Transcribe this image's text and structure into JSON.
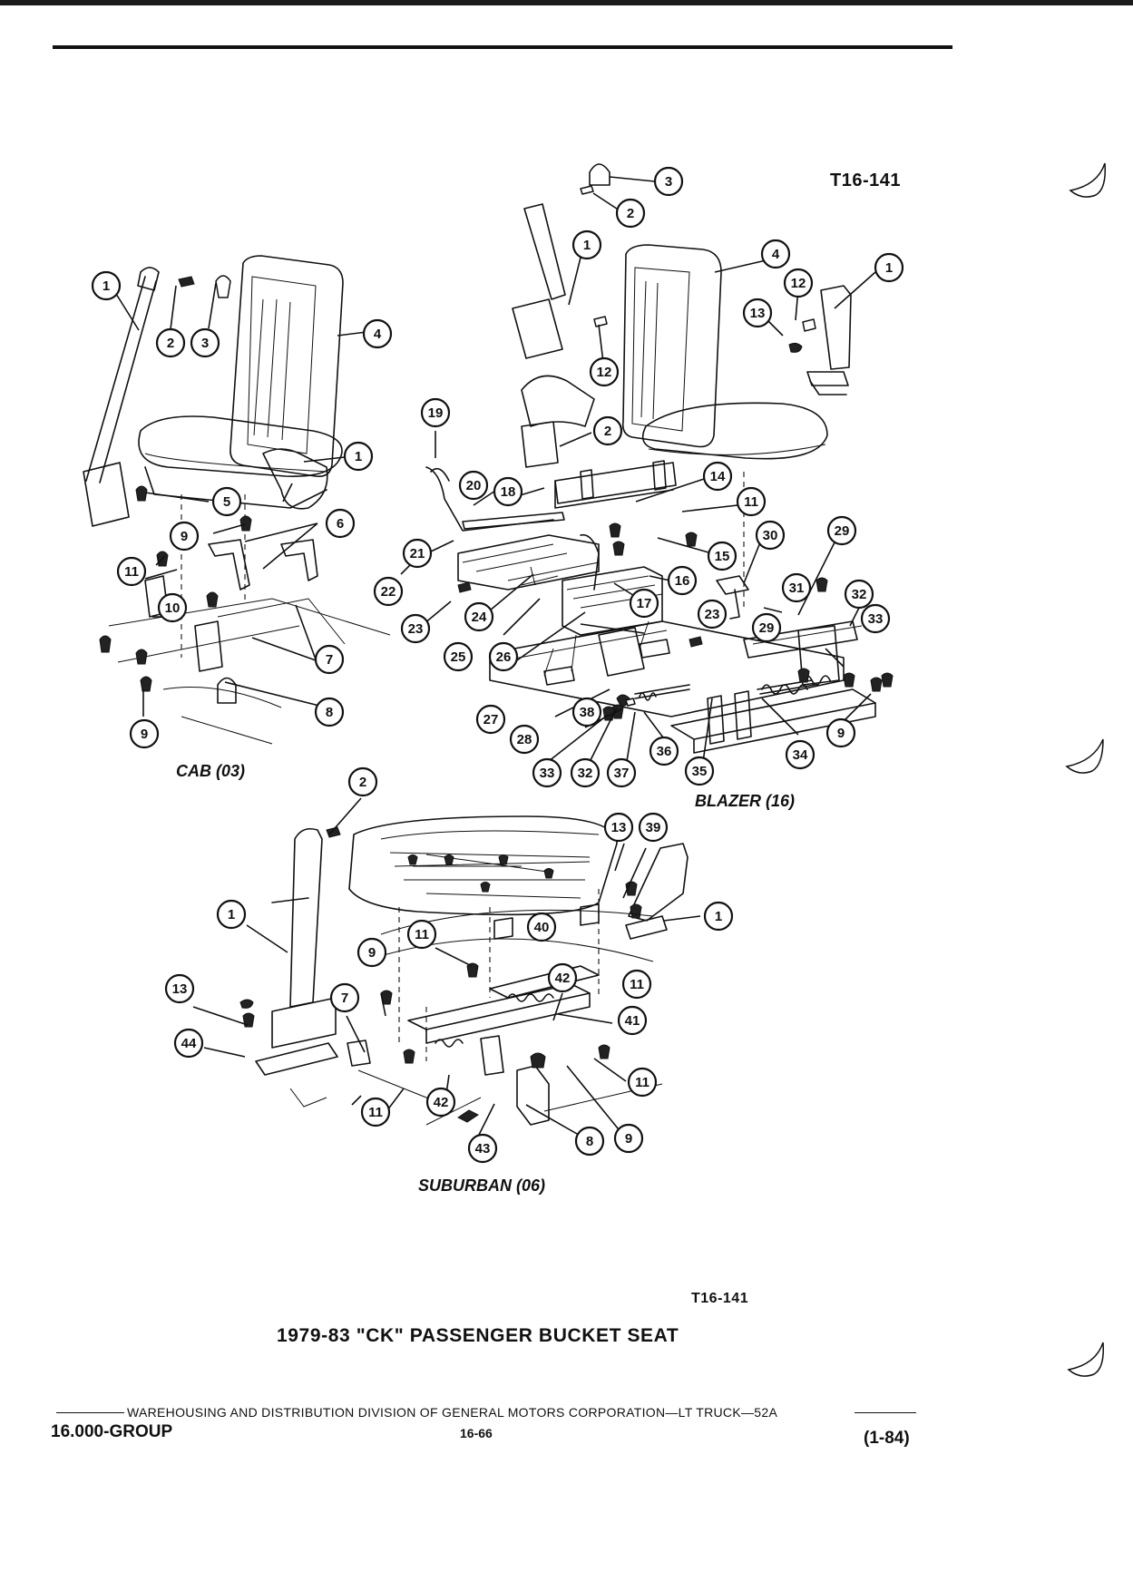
{
  "figure_id_top": "T16-141",
  "figure_id_bottom": "T16-141",
  "sections": {
    "cab": "CAB (03)",
    "blazer": "BLAZER (16)",
    "suburban": "SUBURBAN (06)"
  },
  "title": "1979-83 \"CK\" PASSENGER BUCKET SEAT",
  "footer": {
    "line": "WAREHOUSING AND DISTRIBUTION  DIVISION OF GENERAL MOTORS CORPORATION—LT TRUCK—52A",
    "group": "16.000-GROUP",
    "page": "16-66",
    "date": "(1-84)"
  },
  "callouts": {
    "cab": [
      "1",
      "2",
      "3",
      "4",
      "1",
      "5",
      "6",
      "9",
      "9",
      "11",
      "10",
      "7",
      "11",
      "8",
      "9"
    ],
    "blazer": [
      "3",
      "2",
      "1",
      "4",
      "12",
      "13",
      "1",
      "12",
      "19",
      "2",
      "20",
      "18",
      "14",
      "11",
      "21",
      "22",
      "15",
      "16",
      "30",
      "29",
      "23",
      "24",
      "17",
      "31",
      "32",
      "23",
      "25",
      "26",
      "29",
      "33",
      "27",
      "28",
      "38",
      "9",
      "34",
      "36",
      "33",
      "32",
      "37",
      "35"
    ],
    "suburban": [
      "2",
      "13",
      "39",
      "1",
      "1",
      "11",
      "40",
      "9",
      "42",
      "7",
      "13",
      "11",
      "41",
      "44",
      "11",
      "42",
      "11",
      "43",
      "8",
      "9"
    ]
  },
  "icons": {
    "binder_holes": "binder-hole-icon"
  }
}
